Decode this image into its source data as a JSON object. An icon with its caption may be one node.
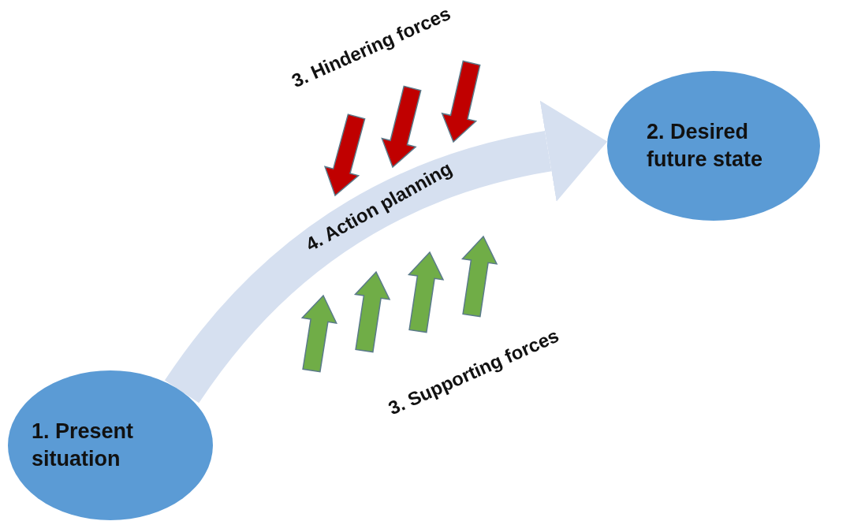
{
  "diagram": {
    "nodes": [
      {
        "text": [
          "1. Present situation"
        ]
      },
      {
        "text": [
          "2. Desired future state"
        ]
      }
    ],
    "edges": [
      {
        "from": 0,
        "to": 1,
        "arrow": "to",
        "label": "4. Action planning",
        "color": "#d6e0f0"
      }
    ],
    "labels": [
      "3. Hindering forces",
      "3. Supporting forces"
    ]
  }
}
